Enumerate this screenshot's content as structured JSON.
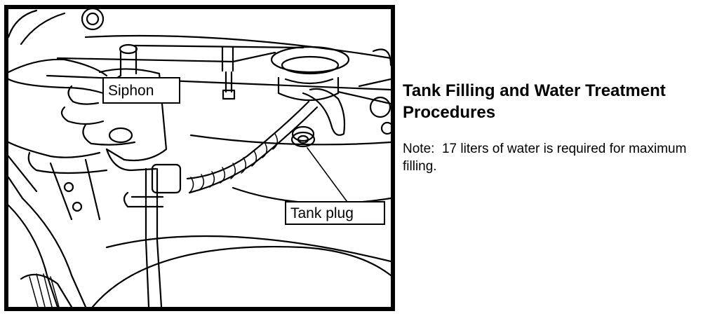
{
  "figure": {
    "labels": {
      "siphon": "Siphon",
      "tank_plug": "Tank plug"
    }
  },
  "text": {
    "heading": "Tank Filling and Water Treatment Procedures",
    "note": "Note:  17 liters of water is required for maximum filling."
  }
}
